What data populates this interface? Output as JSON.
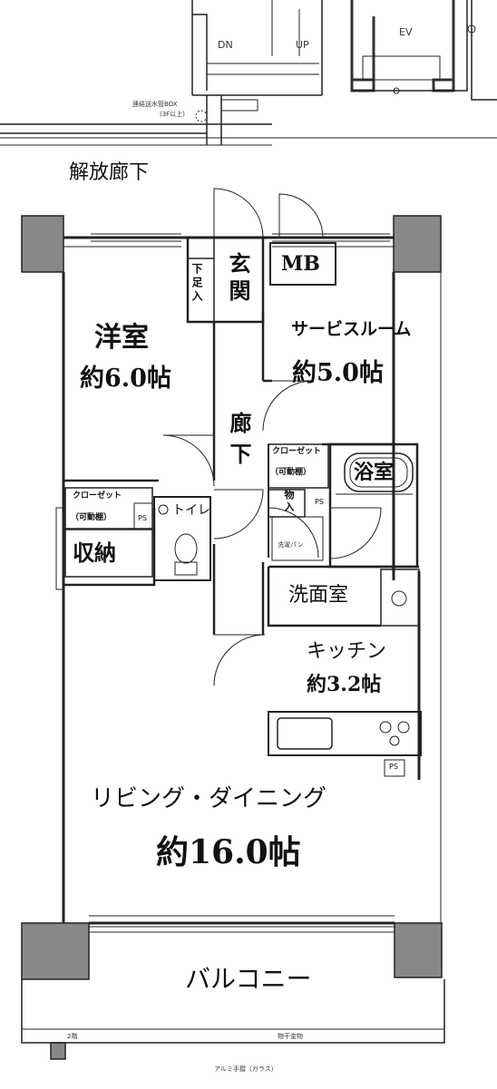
{
  "stairs": {
    "down_label": "DN",
    "up_label": "UP",
    "elevator_label": "EV"
  },
  "notes": {
    "standpipe_box": "連結送水管BOX",
    "standpipe_floor": "(3F以上)",
    "floor_2": "2階",
    "drying_hardware": "物干金物",
    "handrail": "アルミ手摺（ガラス）",
    "wash_pan": "洗濯パン"
  },
  "corridor": {
    "label": "解放廊下"
  },
  "rooms": {
    "entrance": "玄関",
    "shoe_box": "下足入",
    "meter_box": "MB",
    "western_room": {
      "name": "洋室",
      "size": "約6.0帖"
    },
    "service_room": {
      "name": "サービスルーム",
      "size": "約5.0帖"
    },
    "hallway": "廊下",
    "closet_left": {
      "name": "クローゼット",
      "note": "（可動棚）"
    },
    "closet_right": {
      "name": "クローゼット",
      "note": "（可動棚）"
    },
    "storage": "収納",
    "toilet": "トイレ",
    "storage_small": "物入",
    "bathroom": "浴室",
    "washroom": "洗面室",
    "kitchen": {
      "name": "キッチン",
      "size": "約3.2帖"
    },
    "living": {
      "name": "リビング・ダイニング",
      "size": "約16.0帖"
    },
    "balcony": "バルコニー"
  },
  "ps_label": "PS"
}
